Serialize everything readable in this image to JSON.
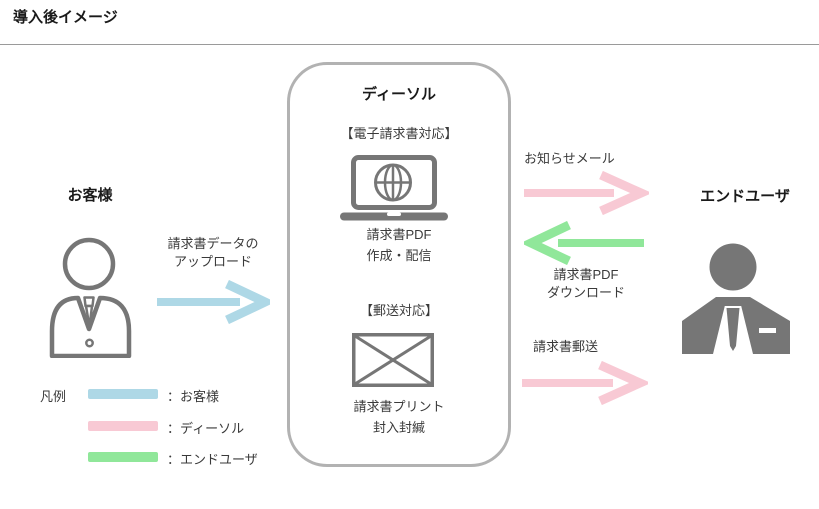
{
  "page": {
    "title": "導入後イメージ"
  },
  "colors": {
    "customer": "#aed8e6",
    "dsol": "#f8c9d4",
    "enduser": "#90e79a",
    "icon_gray": "#767676"
  },
  "actors": {
    "customer": {
      "label": "お客様",
      "icon": "person-outline-icon"
    },
    "dsol": {
      "label": "ディーソル",
      "electronic": {
        "heading": "【電子請求書対応】",
        "caption": "請求書PDF\n作成・配信",
        "icon": "laptop-globe-icon"
      },
      "postal": {
        "heading": "【郵送対応】",
        "caption": "請求書プリント\n封入封緘",
        "icon": "envelope-icon"
      }
    },
    "enduser": {
      "label": "エンドユーザ",
      "icon": "person-silhouette-icon"
    }
  },
  "flows": {
    "upload": {
      "label": "請求書データの\nアップロード",
      "direction": "right",
      "color_key": "customer"
    },
    "notify": {
      "label": "お知らせメール",
      "direction": "right",
      "color_key": "dsol"
    },
    "download": {
      "label": "請求書PDF\nダウンロード",
      "direction": "left",
      "color_key": "enduser"
    },
    "postal": {
      "label": "請求書郵送",
      "direction": "right",
      "color_key": "dsol"
    }
  },
  "legend": {
    "title": "凡例",
    "items": [
      {
        "label": "：お客様",
        "color": "#aed8e6"
      },
      {
        "label": "：ディーソル",
        "color": "#f8c9d4"
      },
      {
        "label": "：エンドユーザ",
        "color": "#90e79a"
      }
    ]
  }
}
